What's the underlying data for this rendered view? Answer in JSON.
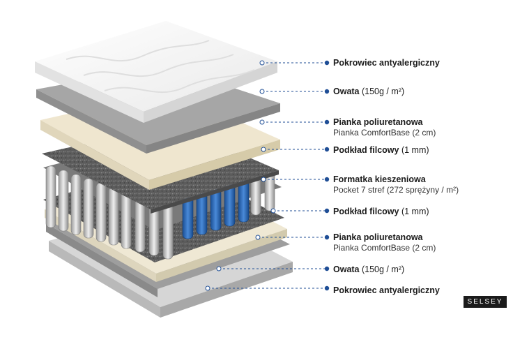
{
  "colors": {
    "accent": "#1f4e96",
    "spring_blue": "#2d6ec0",
    "felt": "#5f5f5f"
  },
  "layers": [
    {
      "name": "Pokrowiec antyalergiczny",
      "detail": "",
      "sub": ""
    },
    {
      "name": "Owata",
      "detail": " (150g / m²)",
      "sub": ""
    },
    {
      "name": "Pianka poliuretanowa",
      "detail": "",
      "sub": "Pianka ComfortBase (2 cm)"
    },
    {
      "name": "Podkład filcowy",
      "detail": " (1 mm)",
      "sub": ""
    },
    {
      "name": "Formatka kieszeniowa",
      "detail": "",
      "sub": "Pocket 7 stref (272 sprężyny / m²)"
    },
    {
      "name": "Podkład filcowy",
      "detail": " (1 mm)",
      "sub": ""
    },
    {
      "name": "Pianka poliuretanowa",
      "detail": "",
      "sub": "Pianka ComfortBase (2 cm)"
    },
    {
      "name": "Owata",
      "detail": " (150g / m²)",
      "sub": ""
    },
    {
      "name": "Pokrowiec antyalergiczny",
      "detail": "",
      "sub": ""
    }
  ],
  "brand": "SELSEY"
}
